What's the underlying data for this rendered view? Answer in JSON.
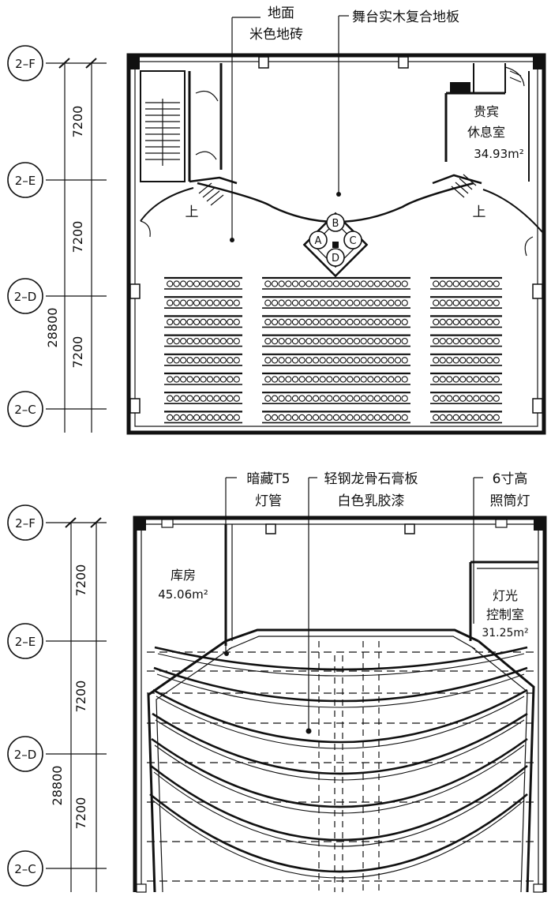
{
  "top_plan": {
    "axes": {
      "f": "2–F",
      "e": "2–E",
      "d": "2–D",
      "c": "2–C"
    },
    "dims": {
      "bay_1": "7200",
      "bay_2": "7200",
      "bay_3": "7200",
      "overall": "28800"
    },
    "callout_floor_1": "地面",
    "callout_floor_2": "米色地砖",
    "callout_stage": "舞台实木复合地板",
    "vip_room_name_1": "贵宾",
    "vip_room_name_2": "休息室",
    "vip_room_area": "34.93m²",
    "stair_left": "上",
    "stair_right": "上",
    "zones": {
      "a": "A",
      "b": "B",
      "c": "C",
      "d": "D"
    }
  },
  "bottom_plan": {
    "axes": {
      "f": "2–F",
      "e": "2–E",
      "d": "2–D",
      "c": "2–C"
    },
    "dims": {
      "bay_1": "7200",
      "bay_2": "7200",
      "bay_3": "7200",
      "overall": "28800"
    },
    "callout_lamp_1": "暗藏T5",
    "callout_lamp_2": "灯管",
    "callout_ceiling_1": "轻钢龙骨石膏板",
    "callout_ceiling_2": "白色乳胶漆",
    "callout_spot_1": "6寸高",
    "callout_spot_2": "照筒灯",
    "storage_name": "库房",
    "storage_area": "45.06m²",
    "light_room_1": "灯光",
    "light_room_2": "控制室",
    "light_room_area": "31.25m²"
  }
}
